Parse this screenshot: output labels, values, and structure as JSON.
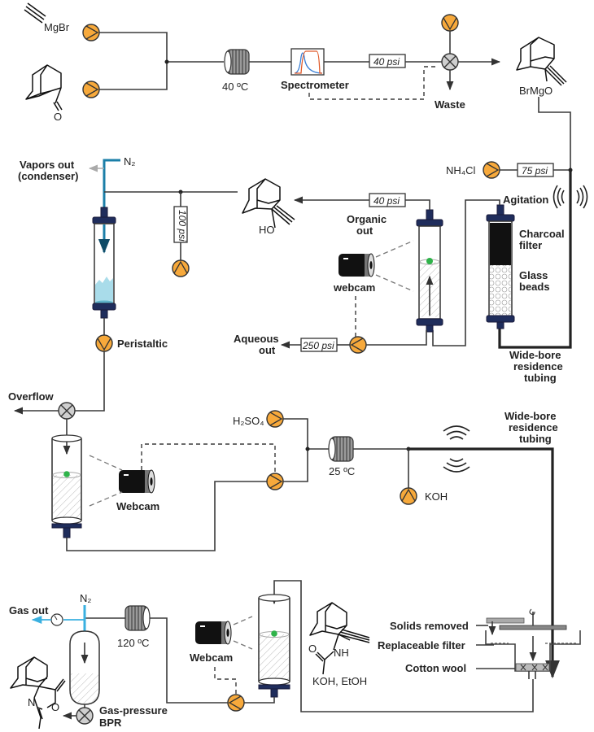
{
  "colors": {
    "pump": "#f7a93b",
    "navy_fitting": "#1f2d5c",
    "n2_line": "#1b7fa8",
    "gas_out_line": "#3ab0e0",
    "solvent": "#a9dcea",
    "marker_ball": "#2fb34a",
    "spectrum_blue": "#3a7fd5",
    "spectrum_red": "#e05a2a"
  },
  "stage1": {
    "reagent_grignard": "MgBr",
    "reagent_ketone_atom": "O",
    "coil_temp": "40 ºC",
    "spectrometer_label": "Spectrometer",
    "bpr1": "40 psi",
    "waste_label": "Waste",
    "intermediate_label": "BrMgO"
  },
  "stage2": {
    "quench_reagent": "NH₄Cl",
    "bpr_quench": "75 psi",
    "agitation_label": "Agitation",
    "charcoal_label": [
      "Charcoal",
      "filter"
    ],
    "beads_label": [
      "Glass",
      "beads"
    ],
    "residence_label": [
      "Wide-bore",
      "residence",
      "tubing"
    ],
    "bpr_organic": "40 psi",
    "organic_label": [
      "Organic",
      "out"
    ],
    "webcam_label": "webcam",
    "bpr_aqueous": "250 psi",
    "aqueous_label": [
      "Aqueous",
      "out"
    ],
    "alcohol_label": "HO"
  },
  "stage3": {
    "n2_label": "N₂",
    "vapors_label": [
      "Vapors out",
      "(condenser)"
    ],
    "bpr_solvent": "100 psi",
    "peristaltic_label": "Peristaltic",
    "overflow_label": "Overflow",
    "webcam_label": "Webcam"
  },
  "stage4": {
    "acid_reagent": "H₂SO₄",
    "coil_temp": "25 ºC",
    "base_reagent": "KOH",
    "residence_label": [
      "Wide-bore",
      "residence",
      "tubing"
    ]
  },
  "stage5": {
    "filter_labels": [
      "Solids removed",
      "Replaceable filter",
      "Cotton wool"
    ],
    "carbamate_nh": "NH",
    "carbamate_o": "O",
    "carbamate_conditions": "KOH, EtOH",
    "webcam_label": "Webcam",
    "coil_temp": "120 ºC",
    "n2_label": "N₂",
    "gas_out_label": "Gas out",
    "bpr_label": [
      "Gas-pressure",
      "BPR"
    ],
    "product_n": "N",
    "product_o": "O"
  }
}
